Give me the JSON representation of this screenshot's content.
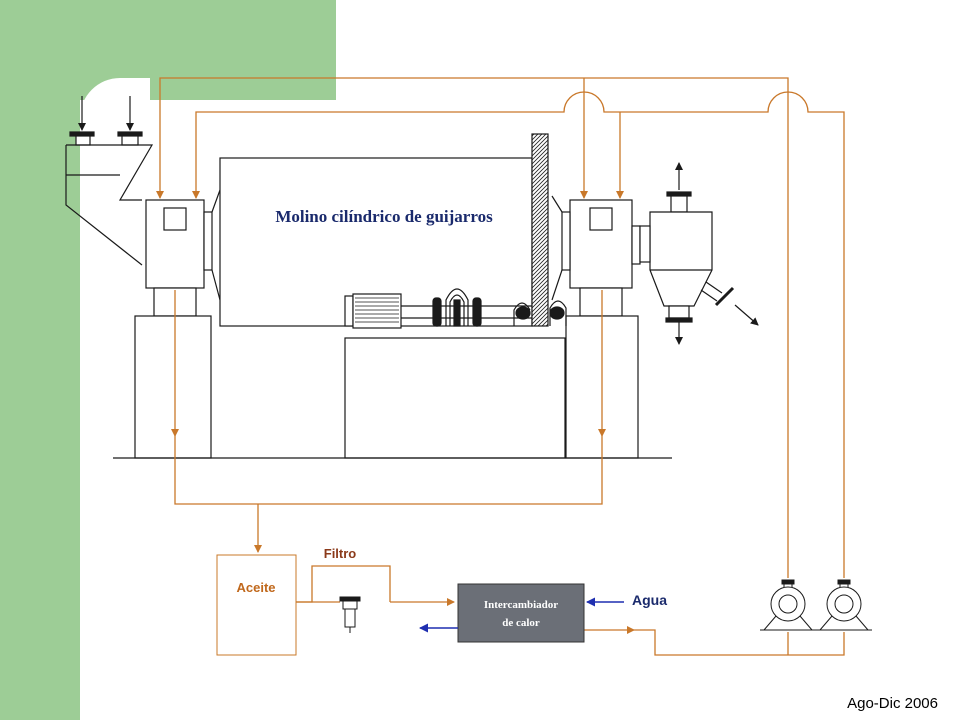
{
  "diagram": {
    "title": "Molino cilíndrico de guijarros",
    "tank_label": "Aceite",
    "filter_label": "Filtro",
    "exchanger_line1": "Intercambiador",
    "exchanger_line2": "de calor",
    "water_label": "Agua"
  },
  "footer": {
    "date": "Ago-Dic 2006"
  },
  "colors": {
    "accent_green": "#9dcd96",
    "oil_line": "#c9782a",
    "label_orange": "#c0681c",
    "filter_label": "#8b3a1a",
    "title": "#1a2a6c",
    "exchanger_fill": "#6b6f77",
    "water_arrow": "#1f2fb0",
    "equipment_line": "#1a1a1a"
  }
}
